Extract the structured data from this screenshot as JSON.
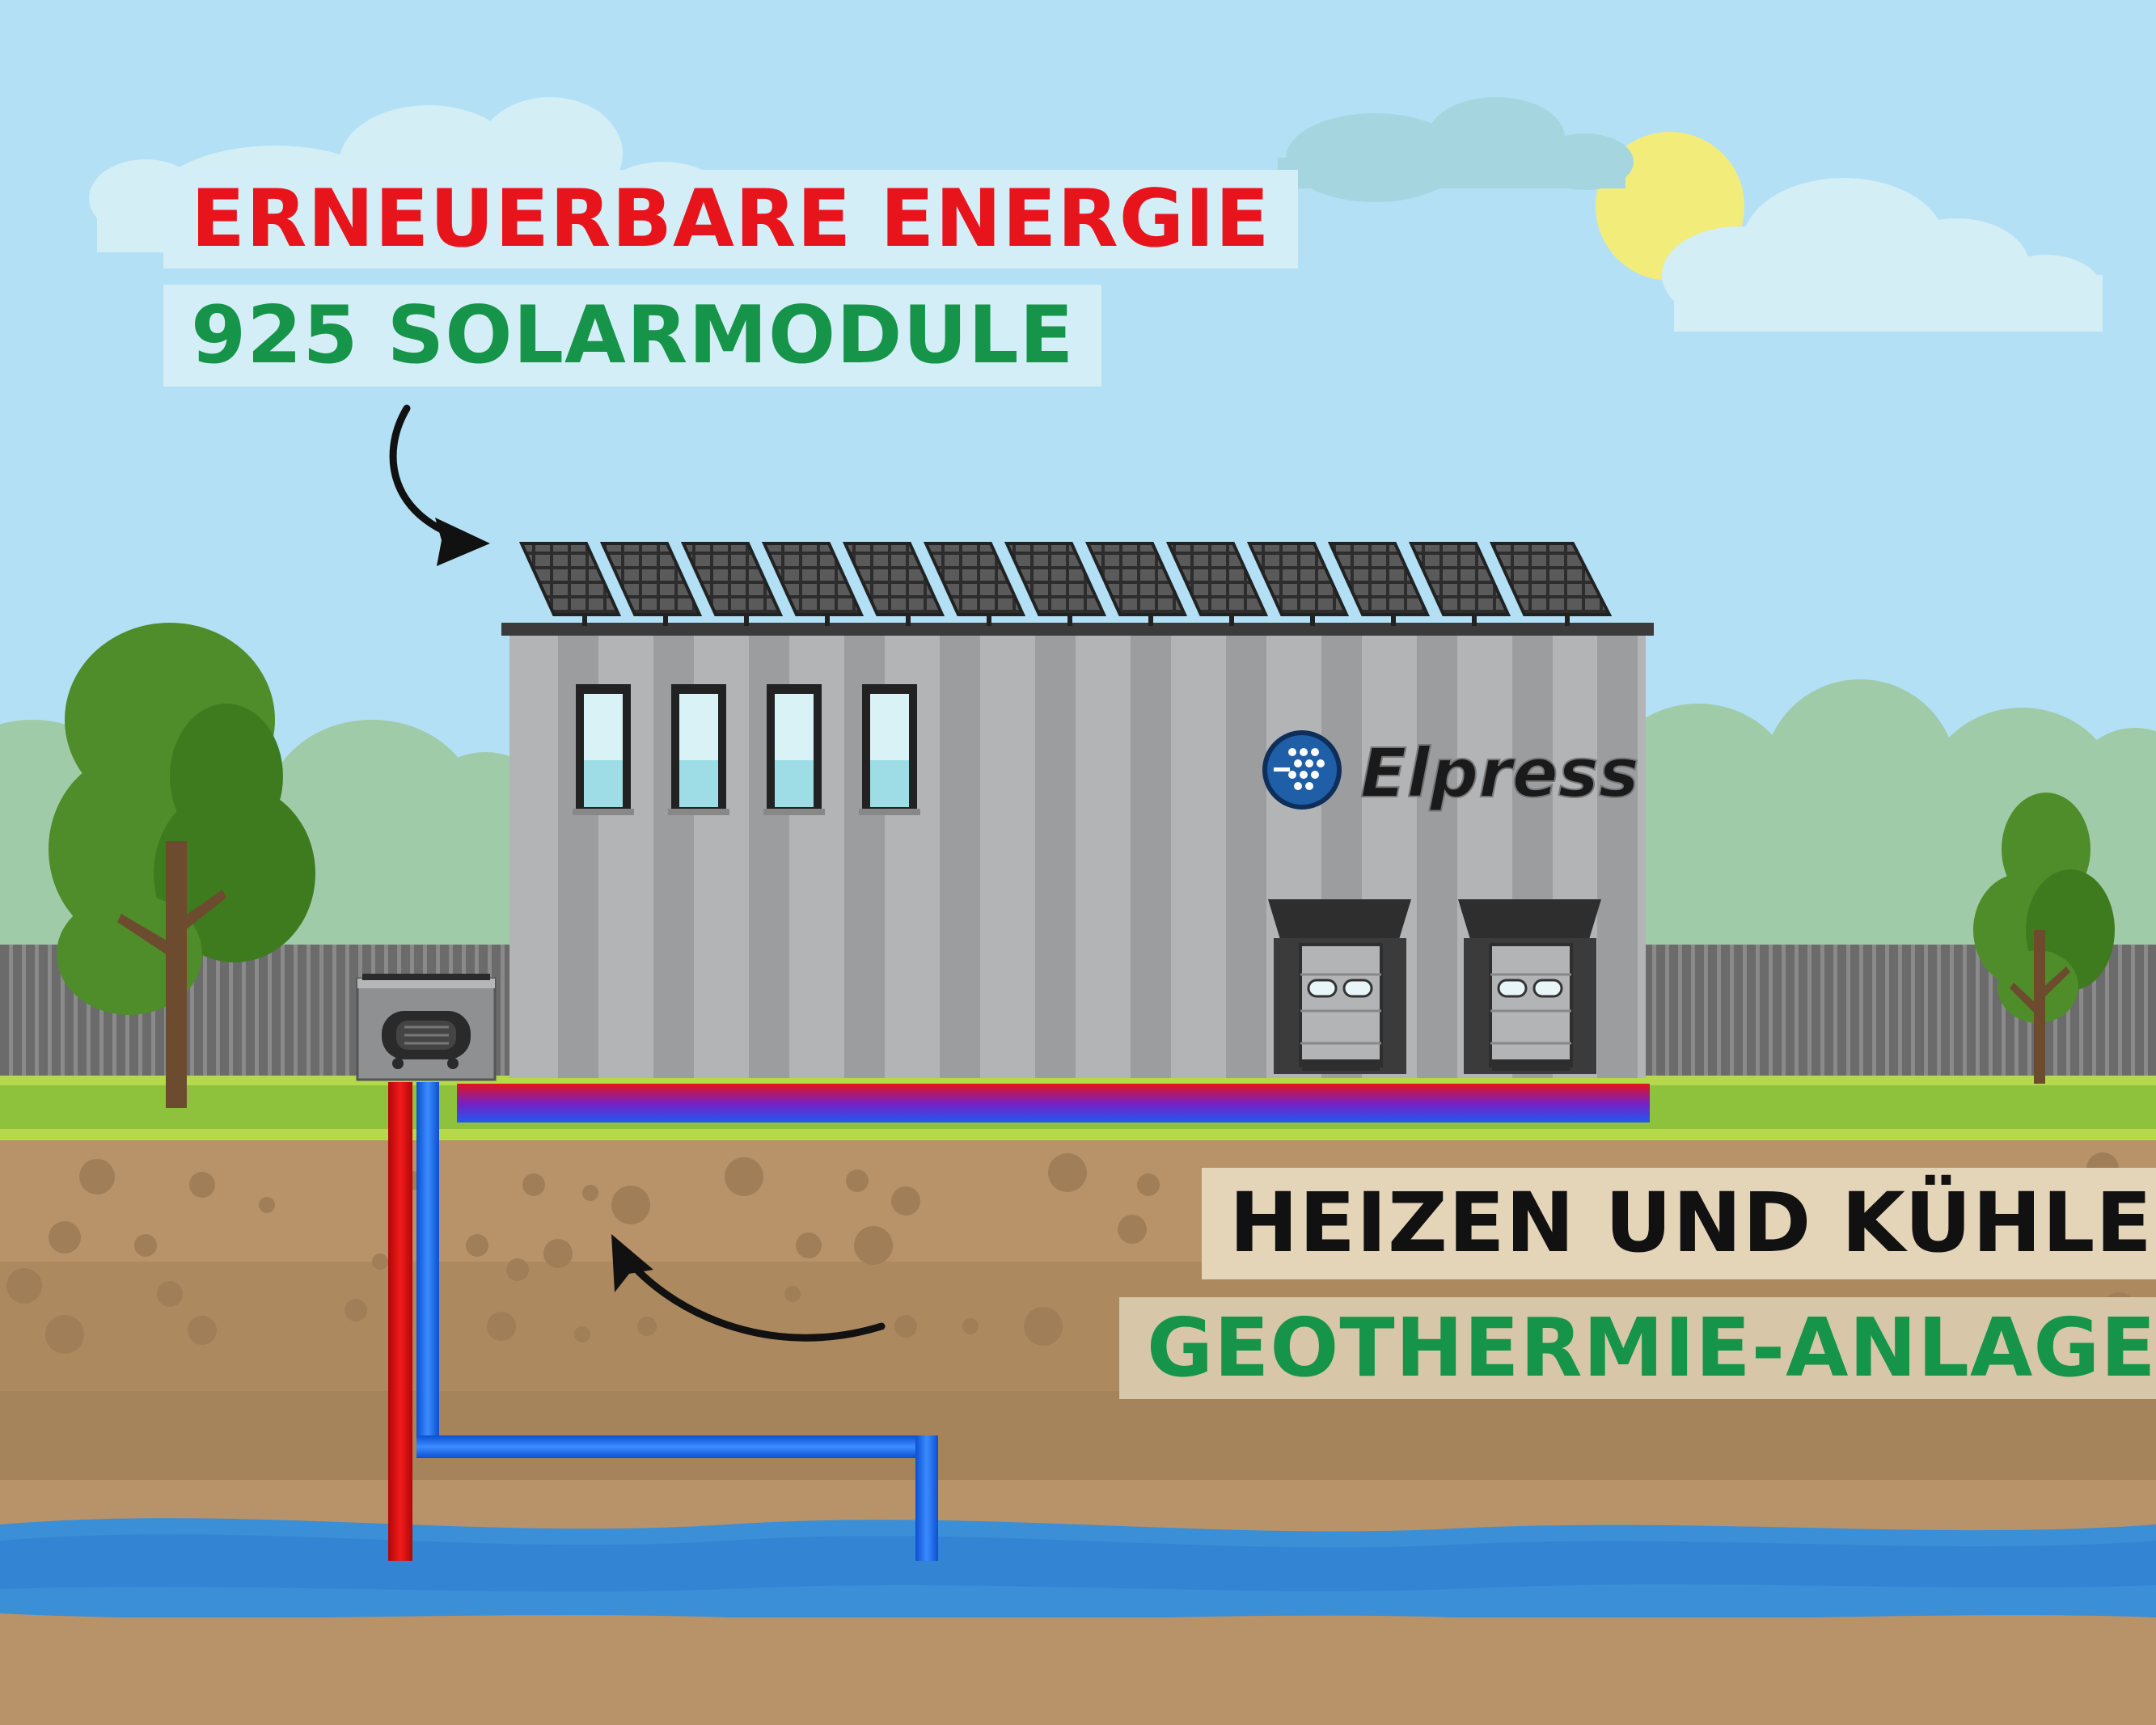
{
  "headline": {
    "title": "ERNEUERBARE ENERGIE",
    "subtitle": "925 SOLARMODULE"
  },
  "ground_info": {
    "title": "HEIZEN UND KÜHLEN",
    "subtitle": "GEOTHERMIE-ANLAGEN"
  },
  "company_logo": {
    "name": "Elpress"
  },
  "colors": {
    "title_red": "#e8141c",
    "title_green": "#16944a",
    "sky": "#b3e0f5",
    "grass": "#8fc23c",
    "water": "#3a8fd6",
    "soil": "#b8936a",
    "hot_pipe": "#e01010",
    "cold_pipe": "#1a6cf0"
  },
  "icons": [
    "sun-icon",
    "cloud-icon",
    "tree-icon",
    "solar-panel-icon",
    "heat-pump-icon",
    "arrow-icon",
    "logo-icon"
  ]
}
